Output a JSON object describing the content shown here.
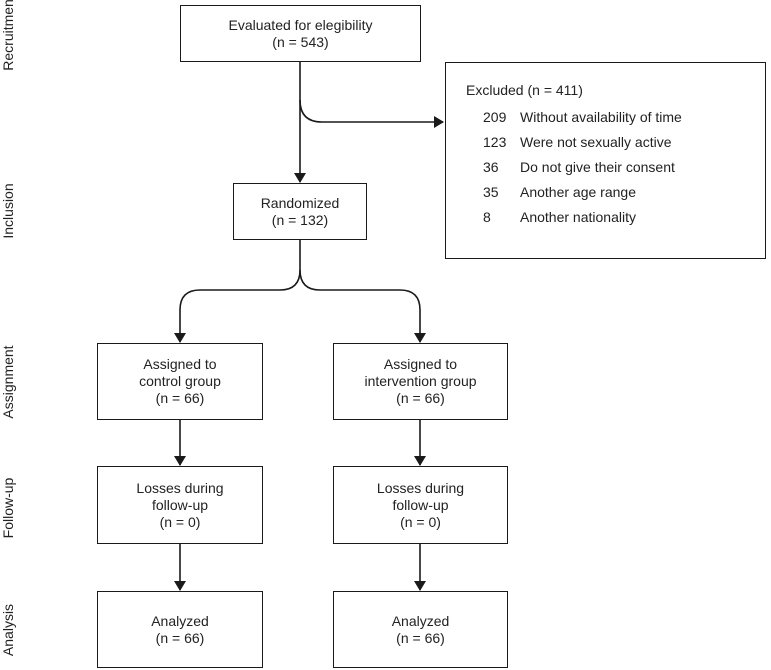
{
  "side_labels": {
    "recruitment": "Recruitment",
    "inclusion": "Inclusion",
    "assignment": "Assignment",
    "followup": "Follow-up",
    "analysis": "Analysis"
  },
  "evaluated": {
    "line1": "Evaluated for elegibility",
    "line2": "(n = 543)"
  },
  "excluded": {
    "title": "Excluded (n = 411)",
    "items": [
      {
        "count": "209",
        "reason": "Without availability of time"
      },
      {
        "count": "123",
        "reason": "Were not sexually active"
      },
      {
        "count": "36",
        "reason": "Do not give their consent"
      },
      {
        "count": "35",
        "reason": "Another age range"
      },
      {
        "count": "8",
        "reason": "Another nationality"
      }
    ]
  },
  "randomized": {
    "line1": "Randomized",
    "line2": "(n = 132)"
  },
  "control": {
    "assigned": {
      "line1": "Assigned to",
      "line2": "control group",
      "line3": "(n = 66)"
    },
    "losses": {
      "line1": "Losses during",
      "line2": "follow-up",
      "line3": "(n = 0)"
    },
    "analyzed": {
      "line1": "Analyzed",
      "line2": "(n = 66)"
    }
  },
  "intervention": {
    "assigned": {
      "line1": "Assigned to",
      "line2": "intervention group",
      "line3": "(n = 66)"
    },
    "losses": {
      "line1": "Losses during",
      "line2": "follow-up",
      "line3": "(n = 0)"
    },
    "analyzed": {
      "line1": "Analyzed",
      "line2": "(n = 66)"
    }
  },
  "colors": {
    "line": "#1a1a1a",
    "text": "#222222",
    "background": "#ffffff"
  }
}
